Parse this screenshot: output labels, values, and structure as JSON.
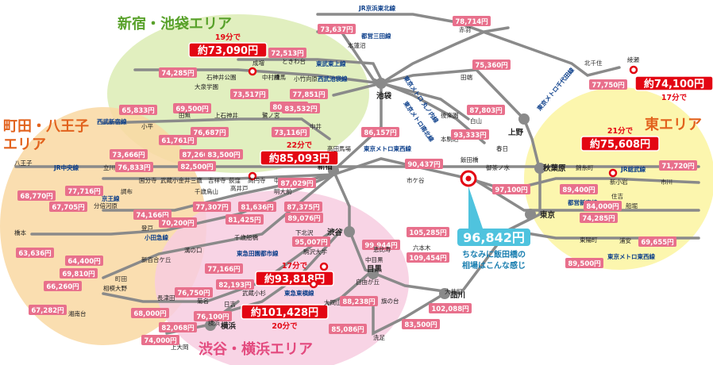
{
  "areas": {
    "shinjuku": {
      "title": "新宿・池袋エリア",
      "color": "#58a12a"
    },
    "machida": {
      "title1": "町田・八王子",
      "title2": "エリア",
      "color": "#e2621d"
    },
    "east": {
      "title": "東エリア",
      "color": "#e2621d"
    },
    "shibuya": {
      "title": "渋谷・横浜エリア",
      "color": "#e34a7e"
    }
  },
  "center": {
    "station": "飯田橋",
    "price": "96,842円",
    "note1": "ちなみに飯田橋の",
    "note2": "相場はこんな感じ"
  },
  "highlights": {
    "seijo": {
      "time": "19分で",
      "price": "約73,090円"
    },
    "takaido": {
      "time": "22分で",
      "price": "約85,093円"
    },
    "ayase": {
      "time": "17分で",
      "price": "約74,100円"
    },
    "koiwa": {
      "time": "21分で",
      "price": "約75,608円"
    },
    "sangenjaya": {
      "time": "17分で",
      "price": "約93,818円"
    },
    "musashikosugi": {
      "time": "20分で",
      "price": "約101,428円"
    }
  },
  "hubs": {
    "ikebukuro": "池袋",
    "shinjuku": "新宿",
    "shibuya": "渋谷",
    "meguro": "目黒",
    "shinagawa": "品川",
    "ueno": "上野",
    "akihabara": "秋葉原",
    "tokyo": "東京",
    "yokohama": "横浜"
  },
  "lines": {
    "keihin_tohoku": "JR京浜東北線",
    "toei_mita": "都営三田線",
    "tobu_tojo": "東武東上線",
    "seibu_ikebukuro": "西武池袋線",
    "metro_marunouchi": "東京メトロ\n丸ノ内線",
    "metro_namboku": "東京メトロ南北線",
    "seibu_shinjuku": "西武新宿線",
    "metro_tozai": "東京メトロ東西線",
    "jr_chuo": "JR中央線",
    "keio": "京王線",
    "odakyu": "小田急線",
    "denentoshi": "東急田園都市線",
    "toyoko": "東急東横線",
    "tsukuba": "東京メトロ千代田線",
    "sobu": "JR総武線",
    "toei_shinjuku": "都営新宿線",
    "metro_tozai_east": "東京メトロ東西線"
  },
  "stations": [
    {
      "name": "本蓮沼",
      "price": "73,637円"
    },
    {
      "name": "赤羽",
      "price": "78,714円"
    },
    {
      "name": "田端",
      "price": "75,360円"
    },
    {
      "name": "ときわ台",
      "price": "72,513円"
    },
    {
      "name": "成増",
      "price": ""
    },
    {
      "name": "小竹向原",
      "price": "77,851円"
    },
    {
      "name": "中村橋",
      "price": "73,517円"
    },
    {
      "name": "練馬",
      "price": "80,865円"
    },
    {
      "name": "石神井公園",
      "price": "74,285円"
    },
    {
      "name": "大泉学園",
      "price": "69,500円"
    },
    {
      "name": "上石神井",
      "price": "76,687円"
    },
    {
      "name": "鷺ノ宮",
      "price": "73,116円"
    },
    {
      "name": "中井",
      "price": "83,532円"
    },
    {
      "name": "小平",
      "price": "65,833円"
    },
    {
      "name": "田無",
      "price": "61,761円"
    },
    {
      "name": "後楽園",
      "price": "87,803円"
    },
    {
      "name": "白山",
      "price": ""
    },
    {
      "name": "本駒込",
      "price": "93,333円"
    },
    {
      "name": "春日",
      "price": ""
    },
    {
      "name": "高田馬場",
      "price": "86,157円"
    },
    {
      "name": "北千住",
      "price": "77,750円"
    },
    {
      "name": "綾瀬",
      "price": ""
    },
    {
      "name": "八王子",
      "price": "68,770円"
    },
    {
      "name": "立川",
      "price": "77,716円"
    },
    {
      "name": "国分寺",
      "price": "73,666円"
    },
    {
      "name": "武蔵小金井",
      "price": "76,833円"
    },
    {
      "name": "三鷹",
      "price": "87,266円"
    },
    {
      "name": "吉祥寺",
      "price": "82,500円"
    },
    {
      "name": "荻窪",
      "price": "83,500円"
    },
    {
      "name": "高円寺",
      "price": ""
    },
    {
      "name": "中野",
      "price": "87,029円"
    },
    {
      "name": "市ケ谷",
      "price": "90,437円"
    },
    {
      "name": "御茶ノ水",
      "price": "97,100円"
    },
    {
      "name": "錦糸町",
      "price": "89,400円"
    },
    {
      "name": "新小岩",
      "price": ""
    },
    {
      "name": "市川",
      "price": "71,720円"
    },
    {
      "name": "住吉",
      "price": "84,000円"
    },
    {
      "name": "船堀",
      "price": "74,285円"
    },
    {
      "name": "調布",
      "price": "74,166円"
    },
    {
      "name": "分倍河原",
      "price": "67,705円"
    },
    {
      "name": "千歳烏山",
      "price": "77,307円"
    },
    {
      "name": "明大前",
      "price": "87,375円"
    },
    {
      "name": "高井戸",
      "price": "81,636円"
    },
    {
      "name": "千歳船橋",
      "price": "81,425円"
    },
    {
      "name": "下北沢",
      "price": "89,076円"
    },
    {
      "name": "橋本",
      "price": "63,636円"
    },
    {
      "name": "登戸",
      "price": "70,200円"
    },
    {
      "name": "新百合ケ丘",
      "price": "64,400円"
    },
    {
      "name": "町田",
      "price": "69,810円"
    },
    {
      "name": "相模大野",
      "price": "66,260円"
    },
    {
      "name": "湘南台",
      "price": "67,282円"
    },
    {
      "name": "長津田",
      "price": "68,000円"
    },
    {
      "name": "溝の口",
      "price": "77,166円"
    },
    {
      "name": "駒沢大学",
      "price": "95,007円"
    },
    {
      "name": "六本木",
      "price": "105,285円"
    },
    {
      "name": "中目黒",
      "price": "99,944円"
    },
    {
      "name": "恵比寿",
      "price": "109,454円"
    },
    {
      "name": "武蔵小杉",
      "price": "82,193円"
    },
    {
      "name": "菊名",
      "price": "76,750円"
    },
    {
      "name": "日吉",
      "price": "76,100円"
    },
    {
      "name": "自由が丘",
      "price": ""
    },
    {
      "name": "大岡山",
      "price": "88,238円"
    },
    {
      "name": "洗足",
      "price": "85,086円"
    },
    {
      "name": "旗の台",
      "price": "83,500円"
    },
    {
      "name": "大井町",
      "price": "102,088円"
    },
    {
      "name": "上大岡",
      "price": "74,000円"
    },
    {
      "name": "横浜",
      "price": "82,068円"
    },
    {
      "name": "東陽町",
      "price": "89,500円"
    },
    {
      "name": "浦安",
      "price": "69,655円"
    }
  ]
}
